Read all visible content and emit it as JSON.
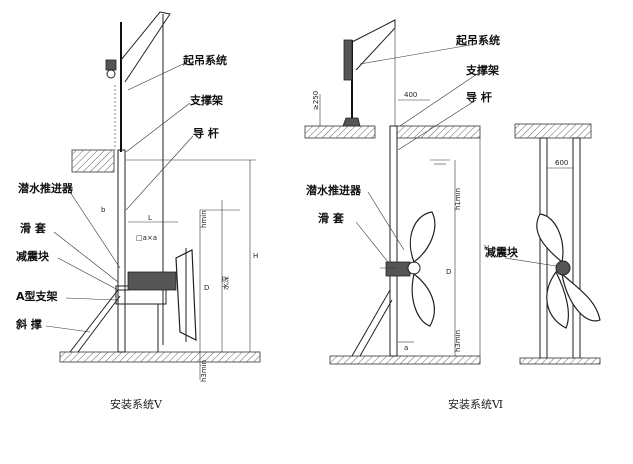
{
  "left_diagram": {
    "labels": {
      "hoist_system": "起吊系统",
      "support_frame": "支撑架",
      "guide_rod": "导 杆",
      "submersible_propeller": "潜水推进器",
      "sliding_sleeve": "滑 套",
      "damping_block": "减震块",
      "a_type_bracket": "A型支架",
      "diagonal_brace": "斜 撑"
    },
    "dims": {
      "b": "b",
      "L": "L",
      "square": "□a×a",
      "hmin": "hmin",
      "D": "D",
      "water_depth": "水深",
      "H": "H",
      "bottom_hmin": "h3min"
    },
    "caption": "安装系统Ⅴ"
  },
  "right_diagram": {
    "labels": {
      "hoist_system": "起吊系统",
      "support_frame": "支撑架",
      "guide_rod": "导 杆",
      "submersible_propeller": "潜水推进器",
      "sliding_sleeve": "滑 套",
      "damping_block": "减震块"
    },
    "dims": {
      "ge250": "≥250",
      "d400": "400",
      "h1min": "h1min",
      "H": "H",
      "D": "D",
      "h3min": "h3min",
      "a": "a",
      "d600": "600"
    },
    "caption": "安装系统Ⅵ"
  }
}
